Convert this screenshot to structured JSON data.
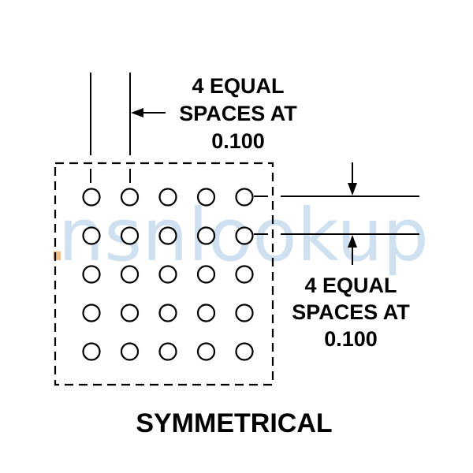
{
  "watermark": {
    "dot": ".",
    "text": "nsnlookup",
    "dot_color": "#f0a050",
    "text_color": "#a9c7e4"
  },
  "dimension_top": {
    "line1": "4 EQUAL",
    "line2": "SPACES AT",
    "line3": "0.100"
  },
  "dimension_right": {
    "line1": "4 EQUAL",
    "line2": "SPACES AT",
    "line3": "0.100"
  },
  "caption": "SYMMETRICAL",
  "grid": {
    "rows": 5,
    "cols": 5
  }
}
